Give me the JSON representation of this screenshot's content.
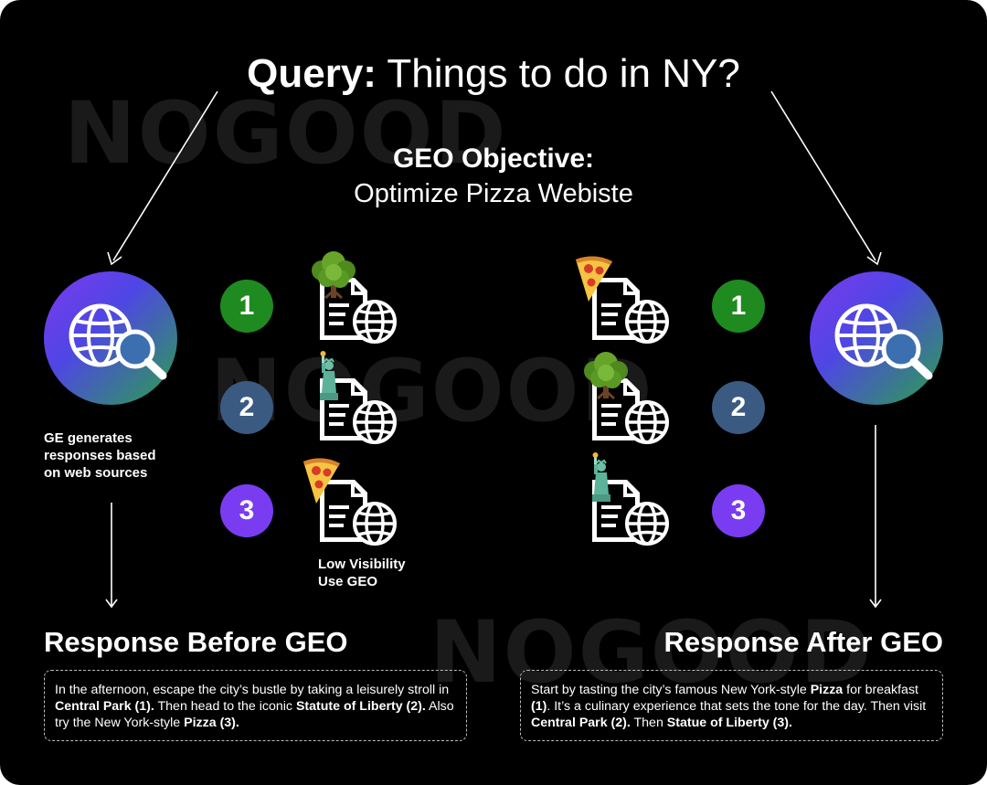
{
  "watermark": "NOGOOD",
  "title": {
    "bold": "Query:",
    "rest": " Things to do in NY?"
  },
  "objective": {
    "heading": "GEO Objective:",
    "subtitle": "Optimize Pizza Webiste"
  },
  "ge_note": {
    "line1": "GE generates",
    "line2": "responses based",
    "line3": "on web sources"
  },
  "low_visibility": {
    "line1": "Low Visibility",
    "line2": "Use GEO"
  },
  "ranks_before": [
    {
      "number": "1",
      "color": "#1f8a1f",
      "source": "tree"
    },
    {
      "number": "2",
      "color": "#3b5a82",
      "source": "statue-of-liberty"
    },
    {
      "number": "3",
      "color": "#7a3cf0",
      "source": "pizza"
    }
  ],
  "ranks_after": [
    {
      "number": "1",
      "color": "#1f8a1f",
      "source": "pizza"
    },
    {
      "number": "2",
      "color": "#3b5a82",
      "source": "tree"
    },
    {
      "number": "3",
      "color": "#7a3cf0",
      "source": "statue-of-liberty"
    }
  ],
  "before": {
    "heading": "Response Before GEO",
    "t1": "In the afternoon, escape the city’s bustle by taking a leisurely stroll in ",
    "b1": "Central Park (1).",
    "t2": " Then head to the iconic ",
    "b2": "Statute of Liberty (2).",
    "t3": " Also try the New York-style ",
    "b3": "Pizza (3)."
  },
  "after": {
    "heading": "Response After GEO",
    "t1": "Start by tasting the city’s famous New York-style ",
    "b1": "Pizza",
    "t2": " for breakfast ",
    "b2": "(1)",
    "t3": ". It’s a culinary experience that sets the tone for the day. Then visit ",
    "b3": "Central Park (2).",
    "t4": " Then ",
    "b4": "Statue of Liberty (3)."
  }
}
